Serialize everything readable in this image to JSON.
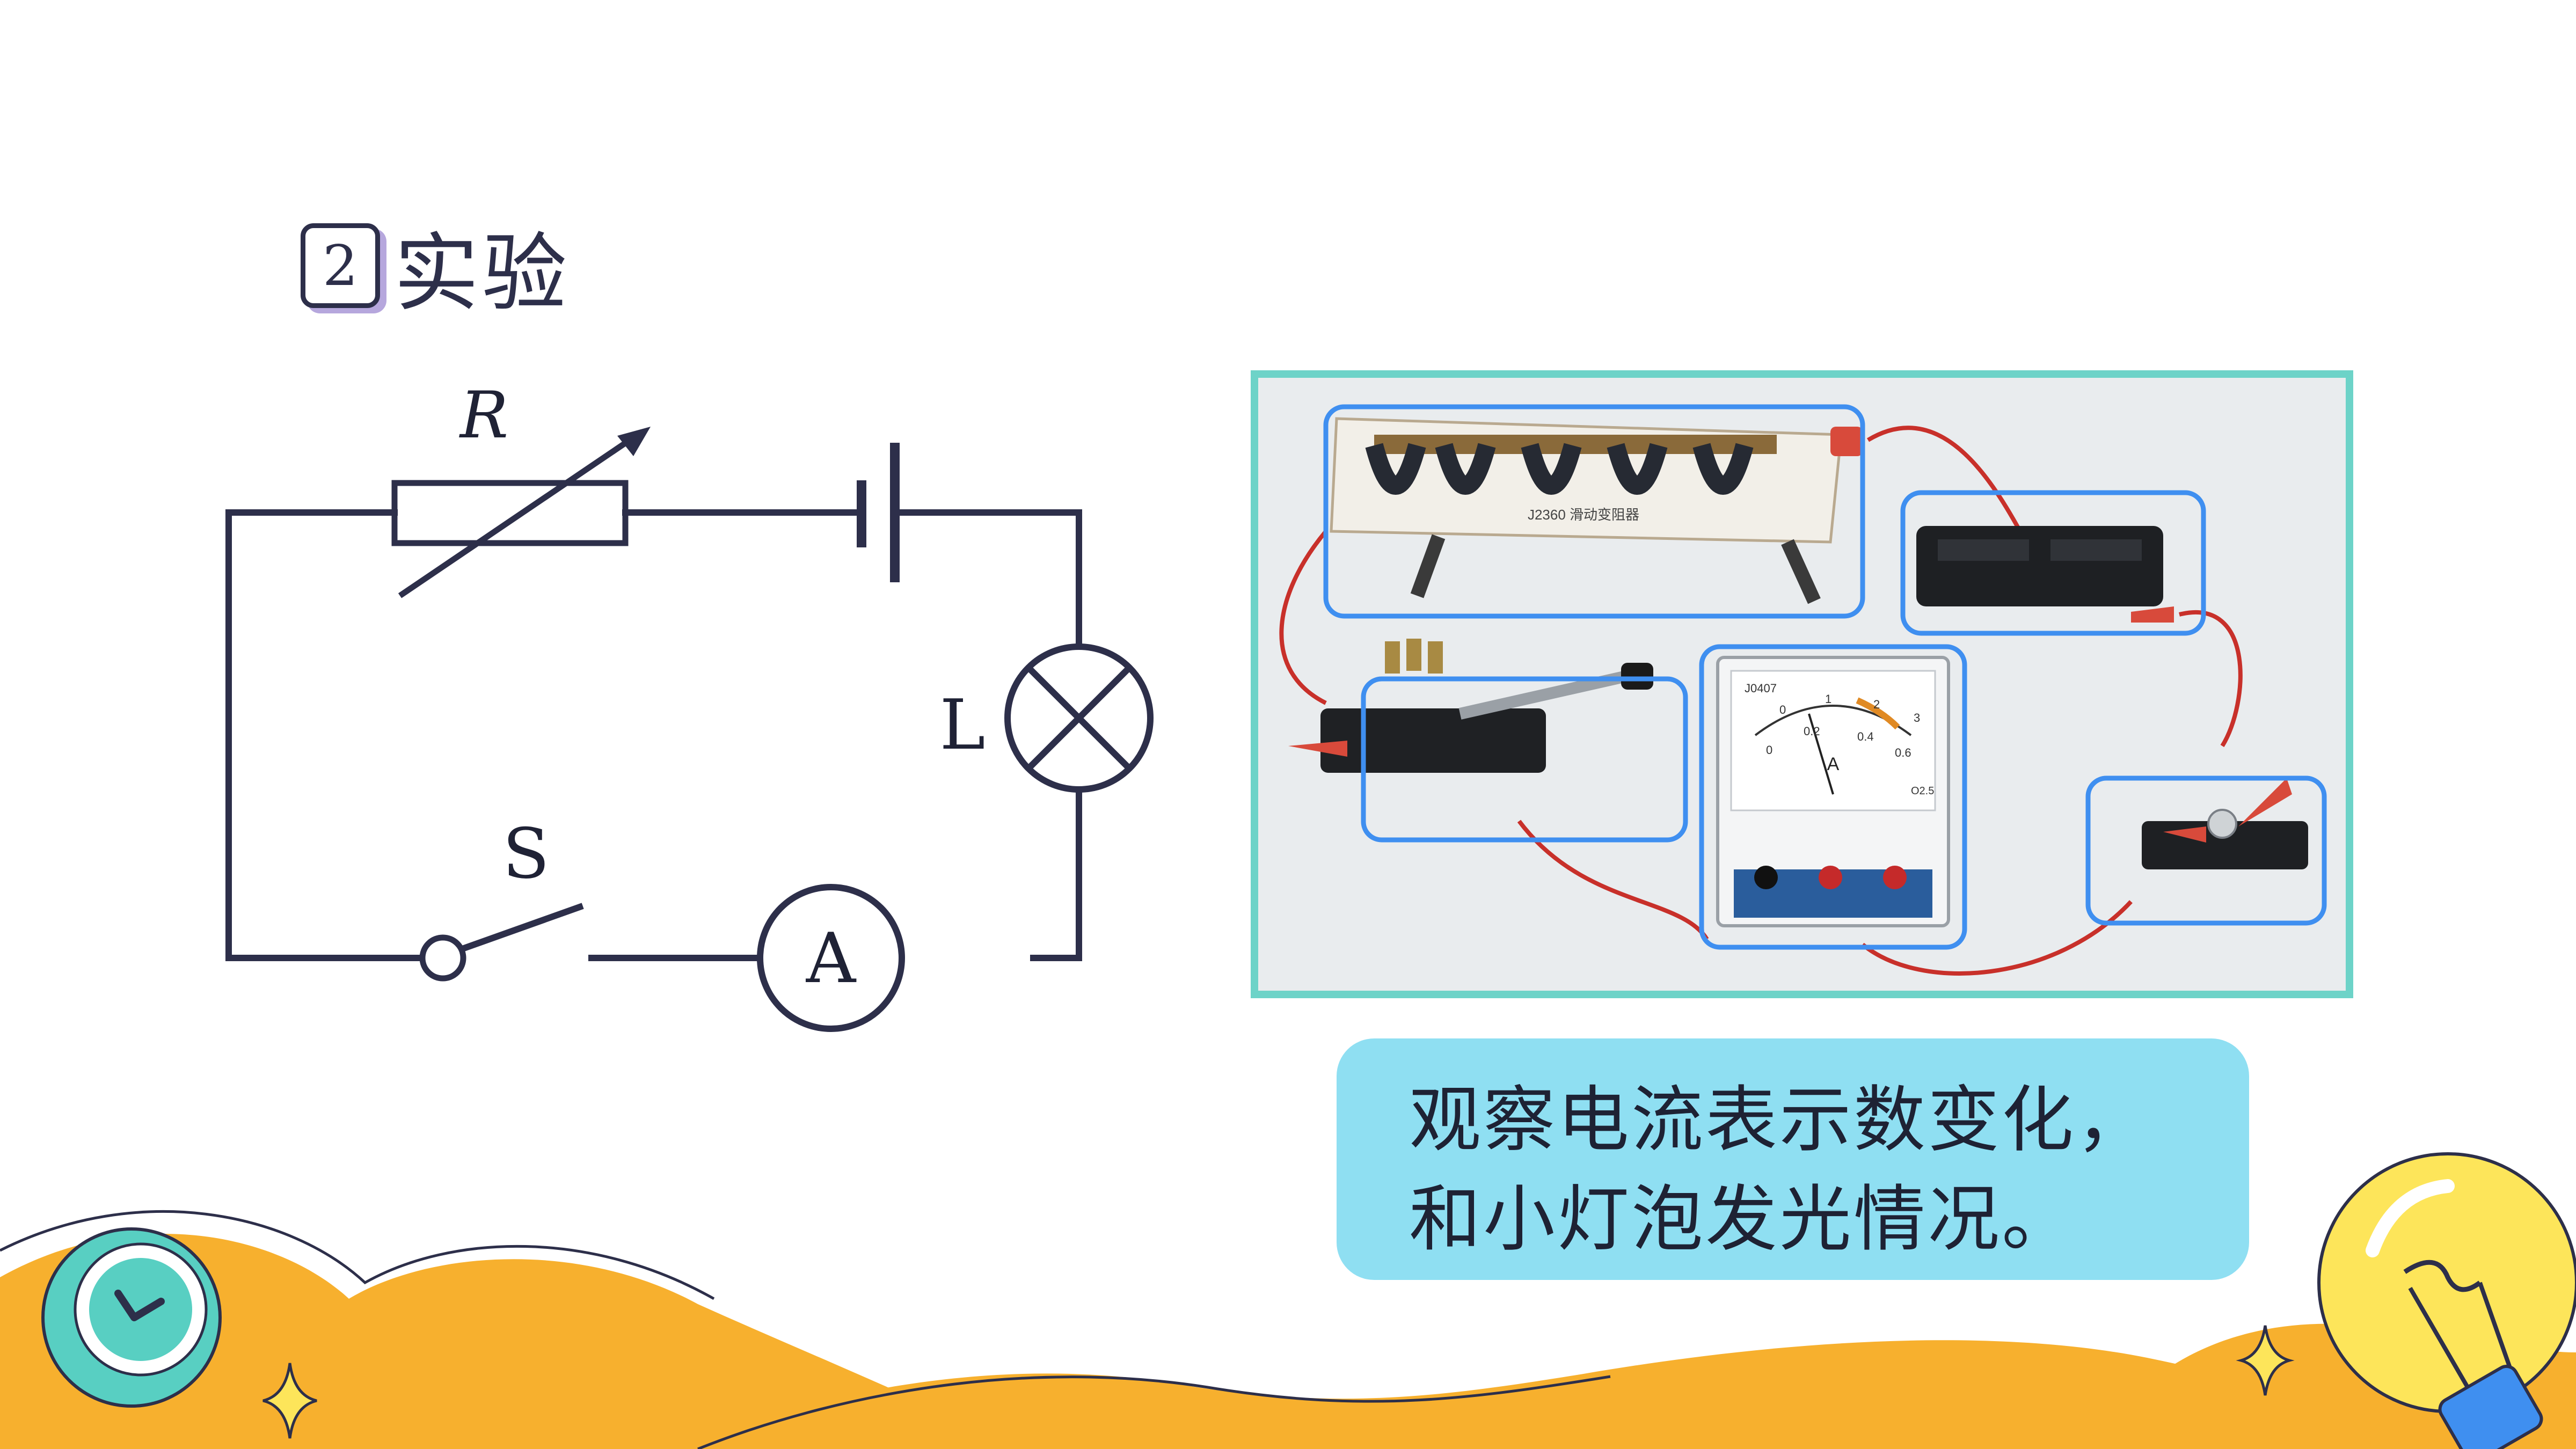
{
  "heading": {
    "number": "2",
    "title": "实验"
  },
  "circuit": {
    "resistor_label": "R",
    "lamp_label": "L",
    "switch_label": "S",
    "ammeter_label": "A"
  },
  "photo": {
    "border_color": "#6dd3c8",
    "highlight_color": "#3f8ff0",
    "box_label": "J2360 滑动变阻器",
    "ammeter_scale": [
      "0",
      "0.2",
      "0.4",
      "0.6"
    ],
    "ammeter_upper_scale": [
      "0",
      "1",
      "2",
      "3"
    ],
    "ammeter_model": "J0407",
    "ammeter_symbol": "A",
    "ammeter_class": "O2.5"
  },
  "caption": {
    "line1": "观察电流表示数变化，",
    "line2": "和小灯泡发光情况。"
  },
  "colors": {
    "ink": "#2d2f4a",
    "caption_bg": "#8fdff2",
    "wave_orange": "#f7b02e",
    "clock_teal": "#58cfc2",
    "bulb_yellow": "#fde55a"
  },
  "icons": [
    "clock-icon",
    "lightbulb-icon",
    "sparkle-icon"
  ]
}
